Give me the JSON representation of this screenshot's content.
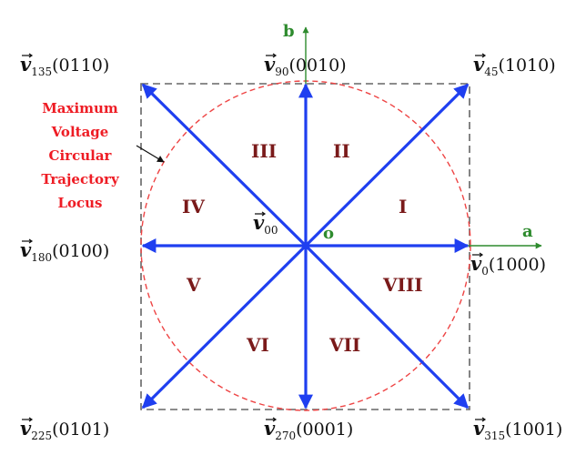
{
  "colors": {
    "vector": "#1f3ff0",
    "axis": "#2e8b2e",
    "circle": "#ee4444",
    "square": "#666666",
    "sector_text": "#7a1a1a",
    "annotation": "#ee1c24"
  },
  "axes": {
    "a": "a",
    "b": "b",
    "origin": "o"
  },
  "vectors": [
    {
      "sym": "v",
      "sub": "0",
      "code": "(1000)"
    },
    {
      "sym": "v",
      "sub": "45",
      "code": "(1010)"
    },
    {
      "sym": "v",
      "sub": "90",
      "code": "(0010)"
    },
    {
      "sym": "v",
      "sub": "135",
      "code": "(0110)"
    },
    {
      "sym": "v",
      "sub": "180",
      "code": "(0100)"
    },
    {
      "sym": "v",
      "sub": "225",
      "code": "(0101)"
    },
    {
      "sym": "v",
      "sub": "270",
      "code": "(0001)"
    },
    {
      "sym": "v",
      "sub": "315",
      "code": "(1001)"
    }
  ],
  "zero_vector": {
    "sym": "v",
    "sub": "00"
  },
  "sectors": [
    "I",
    "II",
    "III",
    "IV",
    "V",
    "VI",
    "VII",
    "VIII"
  ],
  "locus_label": [
    "Maximum",
    "Voltage",
    "Circular",
    "Trajectory",
    "Locus"
  ]
}
